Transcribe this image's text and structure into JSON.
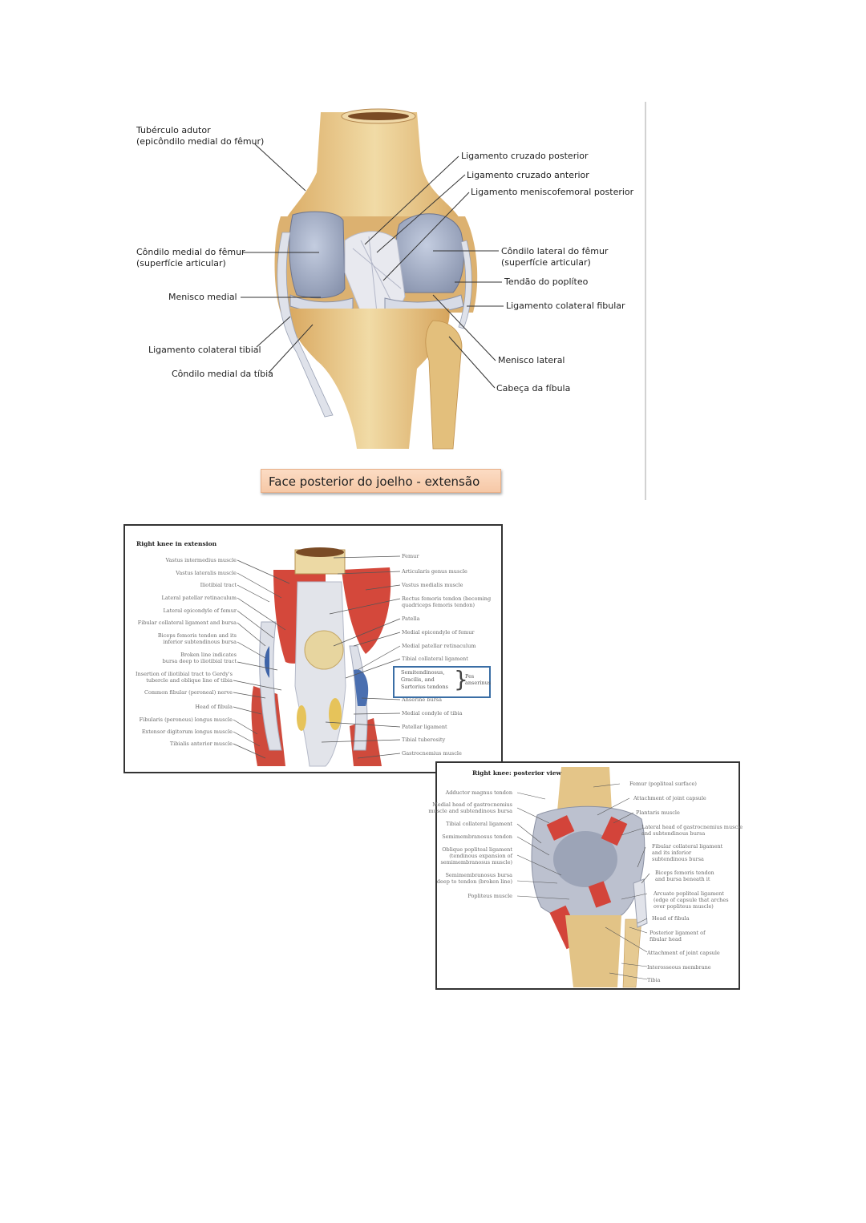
{
  "figure1": {
    "caption": "Face posterior do joelho - extensão",
    "labels_left": [
      {
        "line1": "Tubérculo adutor",
        "line2": "(epicôndilo medial do fêmur)"
      },
      {
        "line1": "Côndilo medial do fêmur",
        "line2": "(superfície articular)"
      },
      {
        "line1": "Menisco medial"
      },
      {
        "line1": "Ligamento colateral tibial"
      },
      {
        "line1": "Côndilo medial da tíbia"
      }
    ],
    "labels_right": [
      {
        "line1": "Ligamento cruzado posterior"
      },
      {
        "line1": "Ligamento cruzado anterior"
      },
      {
        "line1": "Ligamento meniscofemoral posterior"
      },
      {
        "line1": "Côndilo lateral do fêmur",
        "line2": "(superfície articular)"
      },
      {
        "line1": "Tendão do poplíteo"
      },
      {
        "line1": "Ligamento colateral fibular"
      },
      {
        "line1": "Menisco lateral"
      },
      {
        "line1": "Cabeça da fíbula"
      }
    ]
  },
  "figure2": {
    "title": "Right knee in extension",
    "labels_left": [
      "Vastus intermedius muscle",
      "Vastus lateralis muscle",
      "Iliotibial tract",
      "Lateral patellar retinaculum",
      "Lateral epicondyle of femur",
      "Fibular collateral ligament and bursa",
      "Biceps femoris tendon and its",
      "inferior subtendinous bursa",
      "Broken line indicates",
      "bursa deep to iliotibial tract",
      "Insertion of iliotibial tract to Gerdy's",
      "tubercle and oblique line of tibia",
      "Common fibular (peroneal) nerve",
      "Head of fibula",
      "Fibularis (peroneus) longus muscle",
      "Extensor digitorum longus muscle",
      "Tibialis anterior muscle"
    ],
    "labels_right": [
      "Femur",
      "Articularis genus muscle",
      "Vastus medialis muscle",
      "Rectus femoris tendon (becoming",
      "quadriceps femoris tendon)",
      "Patella",
      "Medial epicondyle of femur",
      "Medial patellar retinaculum",
      "Tibial collateral ligament",
      "Anserine bursa",
      "Medial condyle of tibia",
      "Patellar ligament",
      "Tibial tuberosity",
      "Gastrocnemius muscle"
    ],
    "pes_anserinus": {
      "tendons": [
        "Semitendinosus,",
        "Gracilis, and",
        "Sartorius tendons"
      ],
      "label_line1": "Pes",
      "label_line2": "anserinus"
    }
  },
  "figure3": {
    "title": "Right knee: posterior view",
    "labels_left": [
      "Adductor magnus tendon",
      "Medial head of gastrocnemius",
      "muscle and subtendinous bursa",
      "Tibial collateral ligament",
      "Semimembranosus tendon",
      "Oblique popliteal ligament",
      "(tendinous expansion of",
      "semimembranosus muscle)",
      "Semimembranosus bursa",
      "deep to tendon (broken line)",
      "Popliteus muscle"
    ],
    "labels_right": [
      "Femur (popliteal surface)",
      "Attachment of joint capsule",
      "Plantaris muscle",
      "Lateral head of gastrocnemius muscle",
      "and subtendinous bursa",
      "Fibular collateral ligament",
      "and its inferior",
      "subtendinous bursa",
      "Biceps femoris tendon",
      "and bursa beneath it",
      "Arcuate popliteal ligament",
      "(edge of capsule that arches",
      "over popliteus muscle)",
      "Head of fibula",
      "Posterior ligament of",
      "fibular head",
      "Attachment of joint capsule",
      "Interosseous membrane",
      "Tibia"
    ]
  },
  "colors": {
    "bone": "#e8c98a",
    "bone_dark": "#c8934a",
    "cartilage": "#9aa6c0",
    "ligament": "#e4e6ee",
    "muscle": "#d8473a",
    "caption_bg": "#f9d3b7",
    "pes_box": "#3a6ea5",
    "frame": "#333333"
  }
}
